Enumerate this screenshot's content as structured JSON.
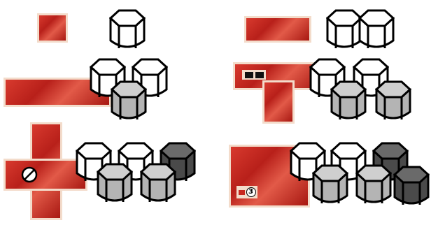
{
  "colors": {
    "tile_red": "#c8281f",
    "tile_border": "#f3dccb",
    "cylinder_white": "#ffffff",
    "cylinder_light_gray": "#b4b4b4",
    "cylinder_dark_gray": "#4a4a4a",
    "outline": "#000000"
  },
  "pieces": [
    {
      "id": "tile-1",
      "shape": "single-square",
      "cylinders": [
        "white"
      ]
    },
    {
      "id": "tile-2",
      "shape": "domino",
      "cylinders": [
        "white",
        "white"
      ]
    },
    {
      "id": "tile-3",
      "shape": "horizontal-bar",
      "cylinders": [
        "white",
        "white",
        "light-gray"
      ]
    },
    {
      "id": "tile-4",
      "shape": "t-shape",
      "icon": "two-black-squares",
      "cylinders": [
        "white",
        "white",
        "light-gray",
        "light-gray"
      ]
    },
    {
      "id": "tile-5",
      "shape": "cross",
      "icon": "forbidden-circle",
      "cylinders": [
        "white",
        "white",
        "dark-gray",
        "light-gray",
        "light-gray"
      ]
    },
    {
      "id": "tile-6",
      "shape": "large-block",
      "icon_label": "3",
      "cylinders": [
        "white",
        "white",
        "dark-gray",
        "light-gray",
        "light-gray",
        "dark-gray"
      ]
    }
  ]
}
